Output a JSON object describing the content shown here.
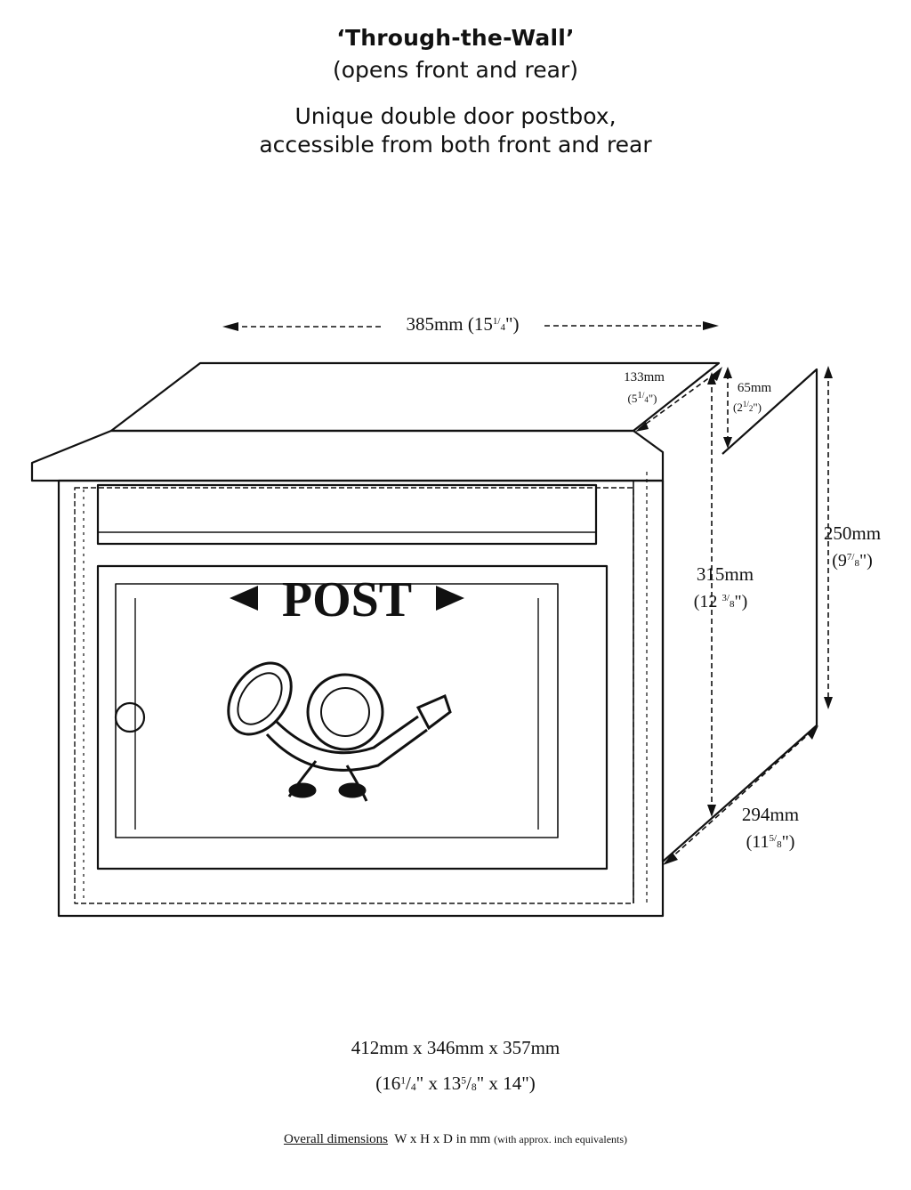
{
  "header": {
    "title": "‘Through-the-Wall’",
    "subtitle": "(opens front and rear)",
    "description_line1": "Unique double door postbox,",
    "description_line2": "accessible from both front and rear"
  },
  "diagram": {
    "panel_text": "POST",
    "dimensions": {
      "width": {
        "mm": "385mm",
        "in_whole": "15",
        "in_num": "1",
        "in_den": "4"
      },
      "top_depth": {
        "mm": "133mm",
        "in_whole": "5",
        "in_num": "1",
        "in_den": "4"
      },
      "lip": {
        "mm": "65mm",
        "in_whole": "2",
        "in_num": "1",
        "in_den": "2"
      },
      "front_height": {
        "mm": "315mm",
        "in_whole": "12 ",
        "in_num": "3",
        "in_den": "8"
      },
      "rear_height": {
        "mm": "250mm",
        "in_whole": "9",
        "in_num": "7",
        "in_den": "8"
      },
      "depth": {
        "mm": "294mm",
        "in_whole": "11",
        "in_num": "5",
        "in_den": "8"
      }
    }
  },
  "footer": {
    "overall_mm": "412mm x 346mm x 357mm",
    "overall_in": {
      "open": "(",
      "w_whole": "16",
      "w_num": "1",
      "w_den": "4",
      "sep1": "\" x ",
      "h_whole": "13",
      "h_num": "5",
      "h_den": "8",
      "sep2": "\" x ",
      "d": "14\")"
    },
    "note_label": "Overall dimensions",
    "note_formula": "W x H x D in mm",
    "note_small": "(with approx. inch equivalents)"
  }
}
